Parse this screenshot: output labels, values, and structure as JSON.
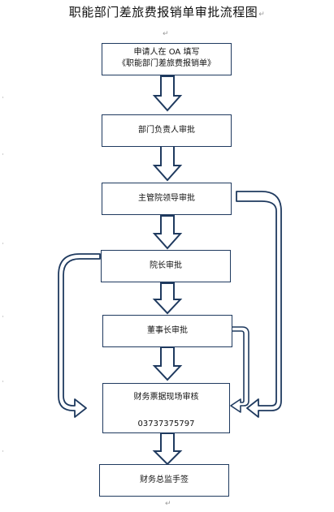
{
  "title": "职能部门差旅费报销单审批流程图",
  "paragraph_mark": "↵",
  "steps": [
    {
      "line1": "申请人在 OA 填写",
      "line2": "《职能部门差旅费报销单》"
    },
    {
      "line1": "部门负责人审批"
    },
    {
      "line1": "主管院领导审批"
    },
    {
      "line1": "院长审批"
    },
    {
      "line1": "董事长审批"
    },
    {
      "line1": "财务票据现场审核",
      "line2": "03737375797"
    },
    {
      "line1": "财务总监手签"
    }
  ],
  "colors": {
    "box_border": "#1f3a5f",
    "arrow_stroke": "#1f3a5f",
    "mark": "#9a9a9a"
  }
}
